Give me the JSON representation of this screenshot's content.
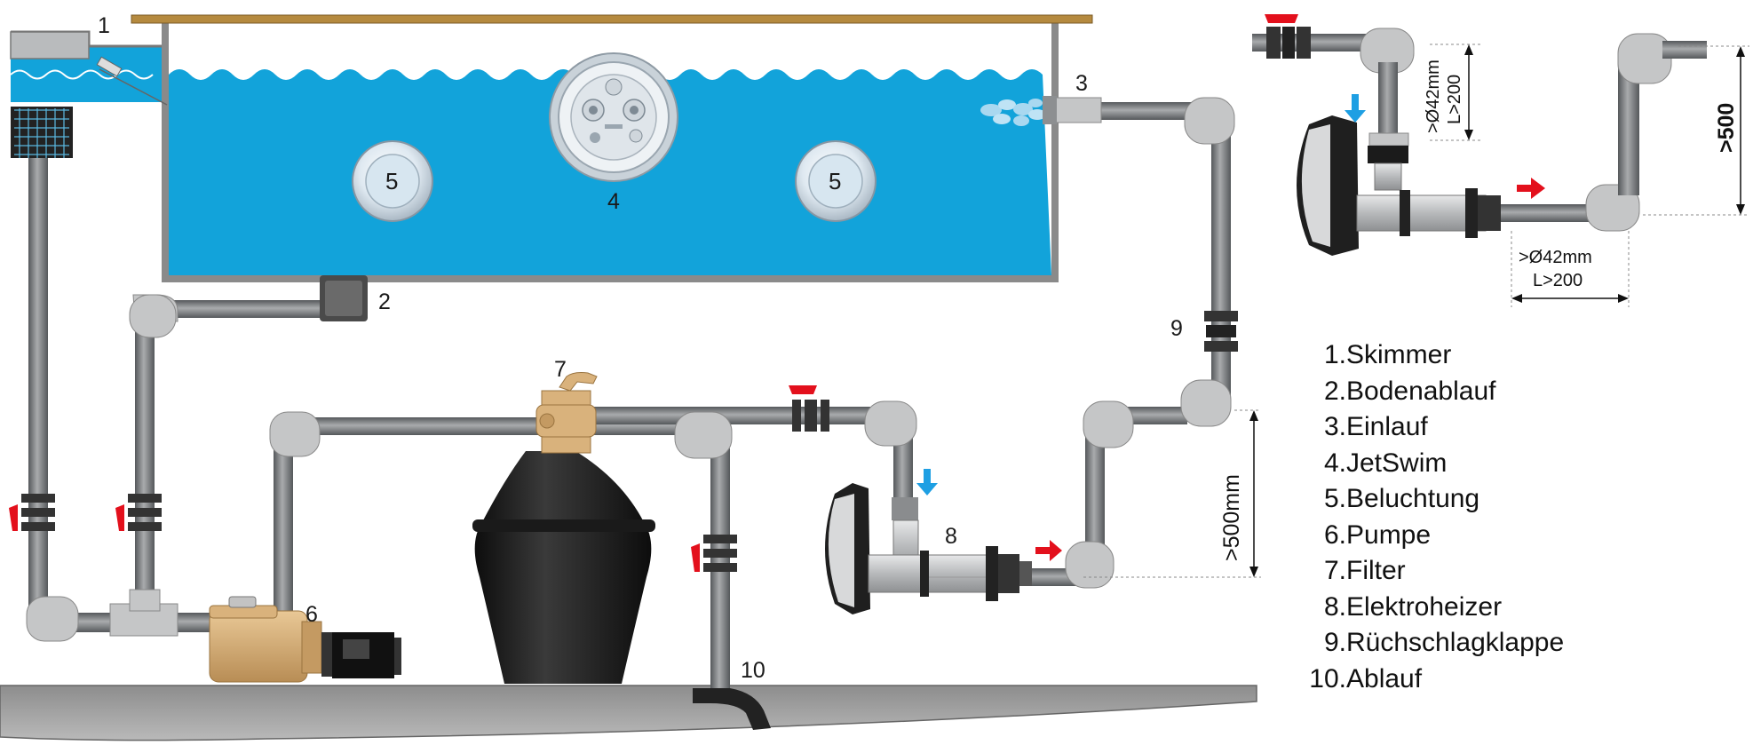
{
  "callouts": {
    "c1": "1",
    "c2": "2",
    "c3": "3",
    "c4": "4",
    "c5a": "5",
    "c5b": "5",
    "c6": "6",
    "c7": "7",
    "c8": "8",
    "c9": "9",
    "c10": "10"
  },
  "dimensions": {
    "height_main": ">500mm",
    "inset_vertical_dia": ">Ø42mm",
    "inset_vertical_len": "L>200",
    "inset_horizontal_dia": ">Ø42mm",
    "inset_horizontal_len": "L>200",
    "inset_height": ">500"
  },
  "legend": [
    {
      "num": "1.",
      "text": "Skimmer"
    },
    {
      "num": "2.",
      "text": "Bodenablauf"
    },
    {
      "num": "3.",
      "text": "Einlauf"
    },
    {
      "num": "4.",
      "text": "JetSwim"
    },
    {
      "num": "5.",
      "text": "Beluchtung"
    },
    {
      "num": "6.",
      "text": "Pumpe"
    },
    {
      "num": "7.",
      "text": "Filter"
    },
    {
      "num": "8.",
      "text": "Elektroheizer"
    },
    {
      "num": "9.",
      "text": "Rüchschlagklappe"
    },
    {
      "num": "10.",
      "text": "Ablauf"
    }
  ],
  "colors": {
    "water": "#12a3da",
    "pipe": "#7c7e80",
    "fitting": "#c5c6c7",
    "filter_body": "#222222",
    "pump_bronze": "#d9b27c",
    "valve_red": "#e3101c",
    "arrow_blue": "#1e9fe3",
    "arrow_red": "#e3101c",
    "ground": "#9a9a9a",
    "deck": "#b58a3f"
  }
}
